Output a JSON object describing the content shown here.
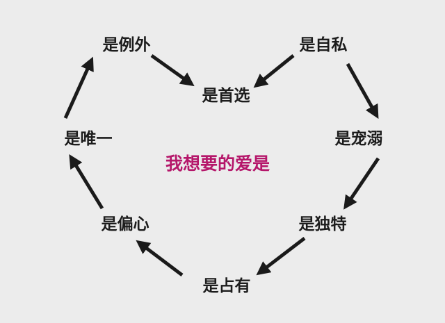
{
  "center": {
    "text": "我想要的爱是",
    "color": "#b5166a"
  },
  "arrow_color": "#1a1a1a",
  "nodes": [
    {
      "id": "li-wai",
      "label": "是例外"
    },
    {
      "id": "zi-si",
      "label": "是自私"
    },
    {
      "id": "shou-xuan",
      "label": "是首选"
    },
    {
      "id": "wei-yi",
      "label": "是唯一"
    },
    {
      "id": "chong-ni",
      "label": "是宠溺"
    },
    {
      "id": "pian-xin",
      "label": "是偏心"
    },
    {
      "id": "du-te",
      "label": "是独特"
    },
    {
      "id": "zhan-you",
      "label": "是占有"
    }
  ],
  "flow": [
    [
      "li-wai",
      "shou-xuan"
    ],
    [
      "zi-si",
      "shou-xuan"
    ],
    [
      "zi-si",
      "chong-ni"
    ],
    [
      "chong-ni",
      "du-te"
    ],
    [
      "du-te",
      "zhan-you"
    ],
    [
      "zhan-you",
      "pian-xin"
    ],
    [
      "pian-xin",
      "wei-yi"
    ],
    [
      "wei-yi",
      "li-wai"
    ]
  ]
}
